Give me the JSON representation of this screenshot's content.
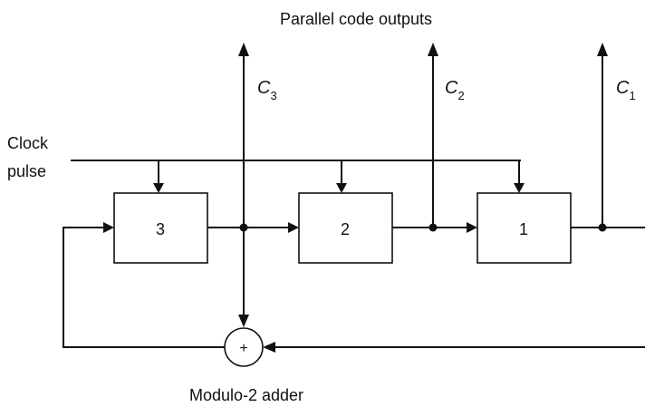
{
  "title": "Parallel code outputs",
  "clock_label": [
    "Clock",
    "pulse"
  ],
  "adder_label": "Modulo-2 adder",
  "adder_symbol": "+",
  "registers": [
    {
      "label": "3"
    },
    {
      "label": "2"
    },
    {
      "label": "1"
    }
  ],
  "outputs": [
    {
      "name": "C",
      "sub": "3"
    },
    {
      "name": "C",
      "sub": "2"
    },
    {
      "name": "C",
      "sub": "1"
    }
  ]
}
